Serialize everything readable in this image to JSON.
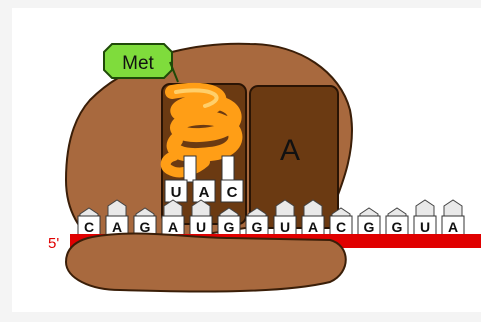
{
  "amino_acid": {
    "label": "Met",
    "color": "#7fdc3c"
  },
  "trna": {
    "anticodon": [
      "U",
      "A",
      "C"
    ],
    "color": "#ff9e16"
  },
  "a_site": {
    "label": "A"
  },
  "mrna": {
    "end_label": "5'",
    "bases": [
      "C",
      "A",
      "G",
      "A",
      "U",
      "G",
      "G",
      "U",
      "A",
      "C",
      "G",
      "G",
      "U",
      "A"
    ],
    "color": "#e00000"
  },
  "colors": {
    "ribosome": "#a8693e",
    "ribosome_dark": "#6b3a12",
    "site_fill": "#6b3a12"
  }
}
